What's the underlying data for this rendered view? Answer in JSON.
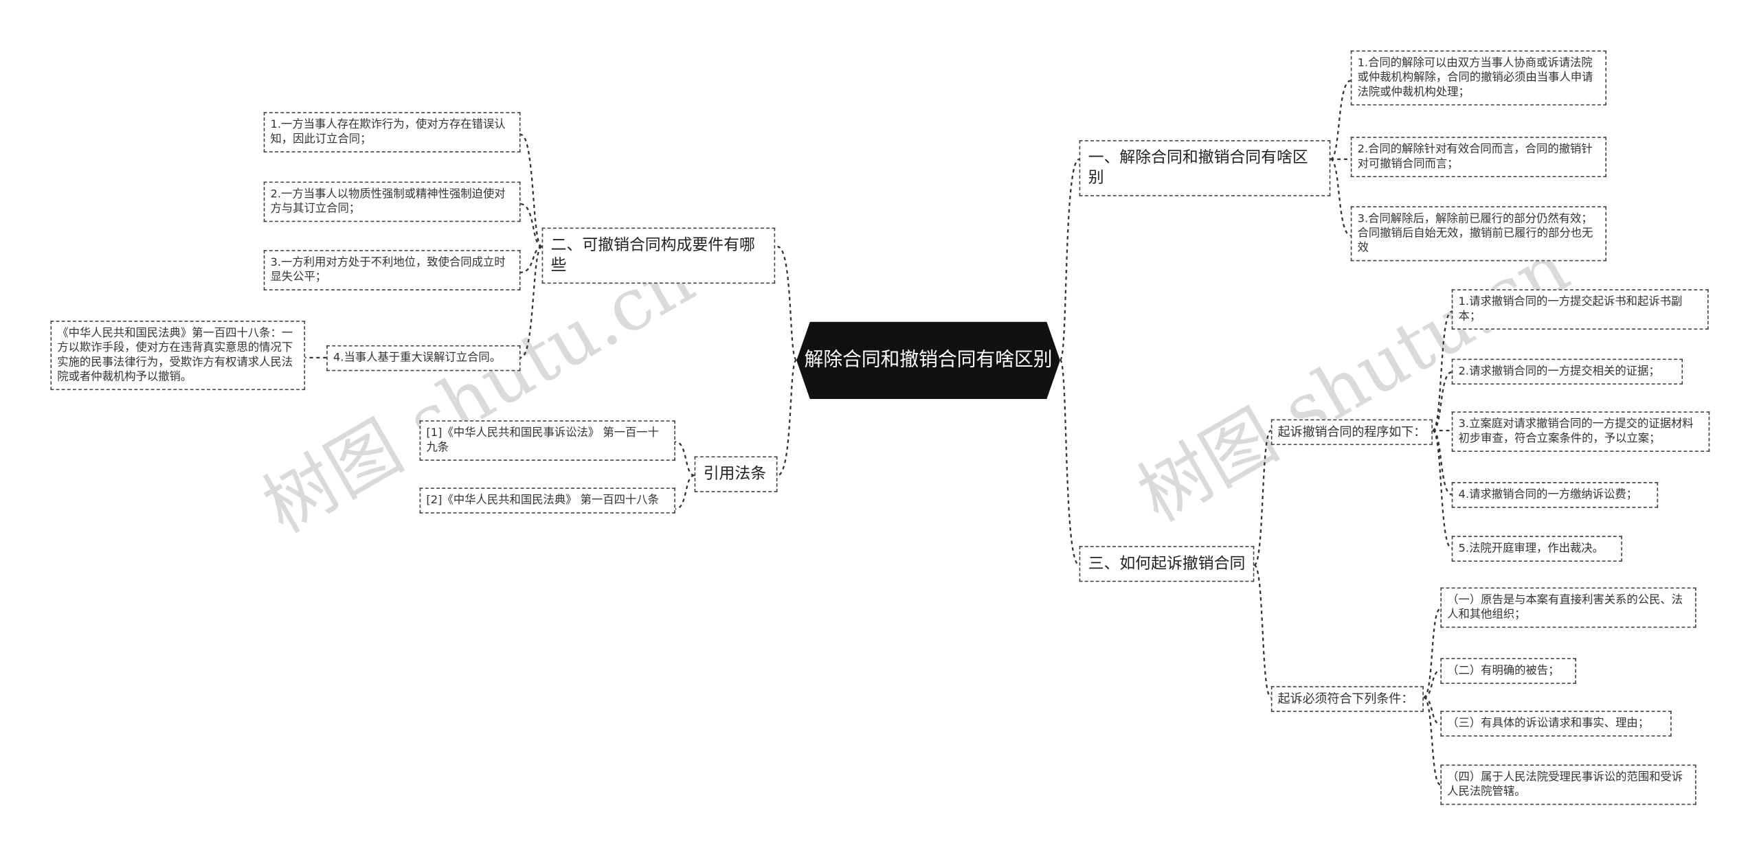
{
  "root": {
    "title": "解除合同和撤销合同有啥区别"
  },
  "watermark": "树图 shutu.cn",
  "branches": {
    "b1": {
      "title": "一、解除合同和撤销合同有啥区别",
      "items": [
        "1.合同的解除可以由双方当事人协商或诉请法院或仲裁机构解除，合同的撤销必须由当事人申请法院或仲裁机构处理；",
        "2.合同的解除针对有效合同而言，合同的撤销针对可撤销合同而言；",
        "3.合同解除后，解除前已履行的部分仍然有效；合同撤销后自始无效，撤销前已履行的部分也无效"
      ]
    },
    "b2": {
      "title": "二、可撤销合同构成要件有哪些",
      "items": [
        "1.一方当事人存在欺诈行为，使对方存在错误认知，因此订立合同；",
        "2.一方当事人以物质性强制或精神性强制迫使对方与其订立合同；",
        "3.一方利用对方处于不利地位，致使合同成立时显失公平；",
        "4.当事人基于重大误解订立合同。"
      ],
      "note": "《中华人民共和国民法典》第一百四十八条：一方以欺诈手段，使对方在违背真实意思的情况下实施的民事法律行为，受欺诈方有权请求人民法院或者仲裁机构予以撤销。"
    },
    "b3": {
      "title": "三、如何起诉撤销合同",
      "proc_title": "起诉撤销合同的程序如下：",
      "proc_items": [
        "1.请求撤销合同的一方提交起诉书和起诉书副本；",
        "2.请求撤销合同的一方提交相关的证据；",
        "3.立案庭对请求撤销合同的一方提交的证据材料初步审查，符合立案条件的，予以立案；",
        "4.请求撤销合同的一方缴纳诉讼费；",
        "5.法院开庭审理，作出裁决。"
      ],
      "cond_title": "起诉必须符合下列条件：",
      "cond_items": [
        "（一）原告是与本案有直接利害关系的公民、法人和其他组织；",
        "（二）有明确的被告；",
        "（三）有具体的诉讼请求和事实、理由；",
        "（四）属于人民法院受理民事诉讼的范围和受诉人民法院管辖。"
      ]
    },
    "b4": {
      "title": "引用法条",
      "items": [
        "[1]《中华人民共和国民事诉讼法》 第一百一十九条",
        "[2]《中华人民共和国民法典》 第一百四十八条"
      ]
    }
  }
}
